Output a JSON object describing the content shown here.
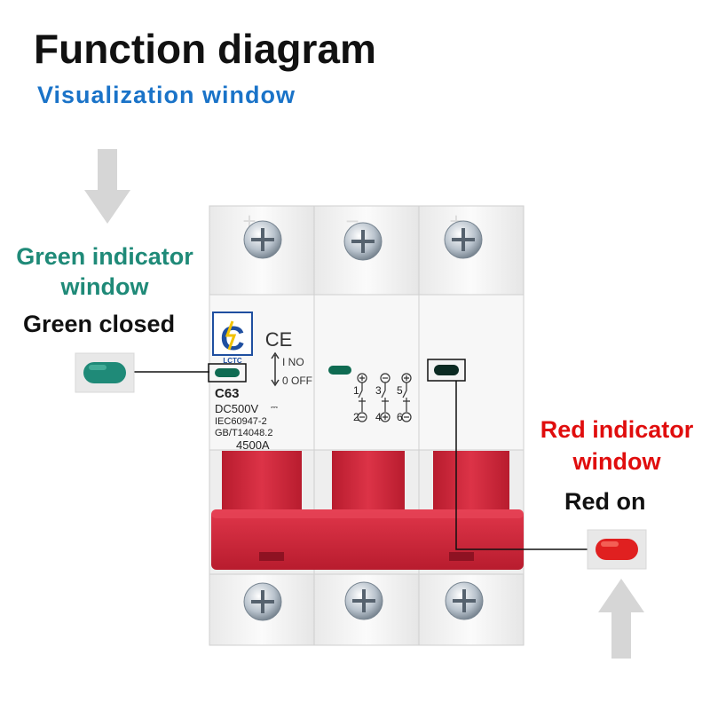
{
  "title": "Function diagram",
  "subtitle": "Visualization window",
  "green": {
    "label_line1": "Green indicator",
    "label_line2": "window",
    "state": "Green closed",
    "color": "#1f8a78"
  },
  "red": {
    "label_line1": "Red indicator",
    "label_line2": "window",
    "state": "Red on",
    "color": "#e00d0d"
  },
  "breaker": {
    "brand": "LCTC",
    "cert": "CE",
    "model": "C63",
    "voltage": "DC500V",
    "standard1": "IEC60947-2",
    "standard2": "GB/T14048.2",
    "capacity": "4500A",
    "on_label": "I NO",
    "off_label": "0 OFF",
    "terminals": [
      "1",
      "2",
      "3",
      "4",
      "5",
      "6"
    ],
    "top_polarity": [
      "+",
      "−",
      "+"
    ],
    "accent_red": "#d2283a"
  }
}
